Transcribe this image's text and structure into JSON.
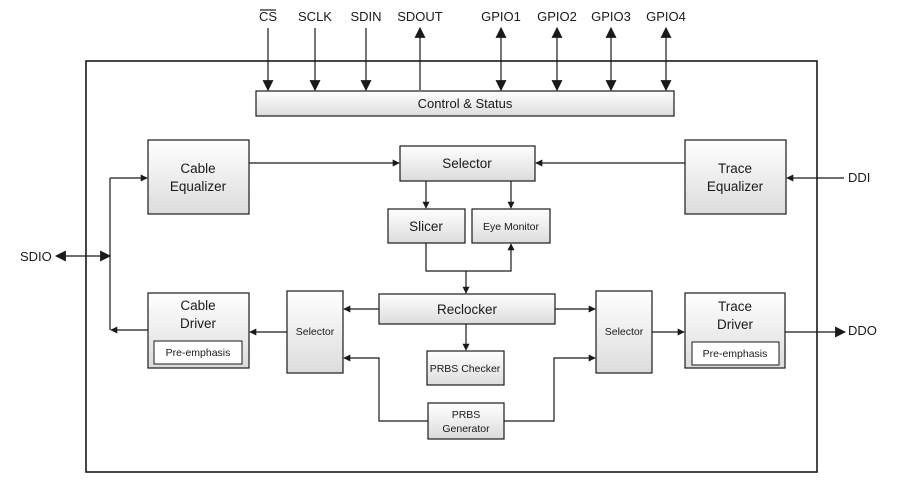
{
  "pins": {
    "cs": "CS",
    "sclk": "SCLK",
    "sdin": "SDIN",
    "sdout": "SDOUT",
    "gpio1": "GPIO1",
    "gpio2": "GPIO2",
    "gpio3": "GPIO3",
    "gpio4": "GPIO4",
    "sdio": "SDIO",
    "ddi": "DDI",
    "ddo": "DDO"
  },
  "blocks": {
    "control_status": "Control & Status",
    "cable_equalizer": [
      "Cable",
      "Equalizer"
    ],
    "trace_equalizer": [
      "Trace",
      "Equalizer"
    ],
    "selector_top": "Selector",
    "slicer": "Slicer",
    "eye_monitor": "Eye Monitor",
    "reclocker": "Reclocker",
    "cable_driver": [
      "Cable",
      "Driver"
    ],
    "cable_pre_emphasis": "Pre-emphasis",
    "trace_driver": [
      "Trace",
      "Driver"
    ],
    "trace_pre_emphasis": "Pre-emphasis",
    "selector_left": "Selector",
    "selector_right": "Selector",
    "prbs_checker": "PRBS Checker",
    "prbs_generator": [
      "PRBS",
      "Generator"
    ]
  }
}
